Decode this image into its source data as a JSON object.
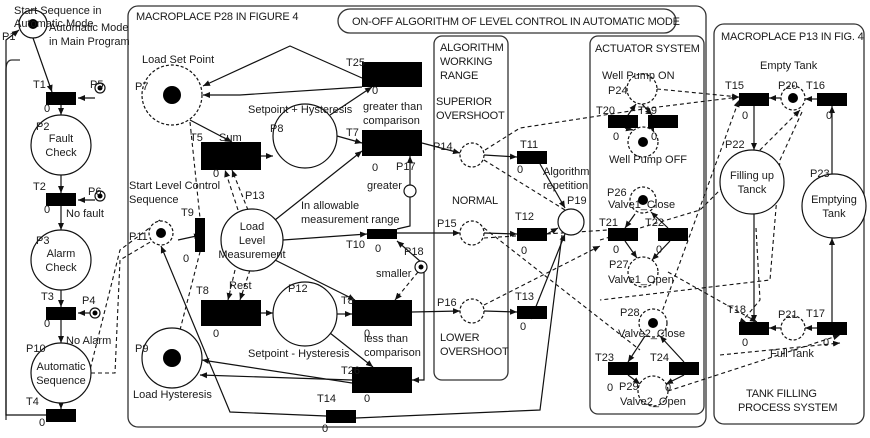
{
  "diagram": {
    "title": "ON-OFF ALGORITHM OF LEVEL CONTROL IN AUTOMATIC MODE",
    "groups": {
      "main_program": {
        "title_lines": [
          "Start Sequence in",
          "Automatic Mode"
        ]
      },
      "macroplace_p28": {
        "title": "MACROPLACE P28 IN FIGURE 4"
      },
      "working_range": {
        "title_lines": [
          "ALGORITHM",
          "WORKING",
          "RANGE"
        ],
        "upper": [
          "SUPERIOR",
          "OVERSHOOT"
        ],
        "middle": "NORMAL",
        "lower": [
          "LOWER",
          "OVERSHOOT"
        ]
      },
      "actuator": {
        "title": "ACTUATOR SYSTEM"
      },
      "macroplace_p13": {
        "title": "MACROPLACE P13 IN FIG. 4",
        "footer_lines": [
          "TANK FILLING",
          "PROCESS SYSTEM"
        ]
      }
    },
    "places": [
      {
        "id": "P1",
        "tokens": 1,
        "inner": []
      },
      {
        "id": "P2",
        "tokens": 0,
        "inner": [
          "Fault",
          "Check"
        ]
      },
      {
        "id": "P3",
        "tokens": 0,
        "inner": [
          "Alarm",
          "Check"
        ]
      },
      {
        "id": "P10",
        "tokens": 0,
        "inner": [
          "Automatic",
          "Sequence"
        ]
      },
      {
        "id": "P4",
        "tokens": 1,
        "inner": []
      },
      {
        "id": "P5",
        "tokens": 1,
        "inner": []
      },
      {
        "id": "P6",
        "tokens": 1,
        "inner": []
      },
      {
        "id": "P7",
        "tokens": 1,
        "inner": []
      },
      {
        "id": "P8",
        "tokens": 0,
        "inner": []
      },
      {
        "id": "P9",
        "tokens": 1,
        "inner": []
      },
      {
        "id": "P11",
        "tokens": 1,
        "inner": []
      },
      {
        "id": "P12",
        "tokens": 0,
        "inner": []
      },
      {
        "id": "P13",
        "tokens": 0,
        "inner": [
          "Load",
          "Level",
          "Measurement"
        ]
      },
      {
        "id": "P14",
        "tokens": 0,
        "inner": []
      },
      {
        "id": "P15",
        "tokens": 0,
        "inner": []
      },
      {
        "id": "P16",
        "tokens": 0,
        "inner": []
      },
      {
        "id": "P17",
        "tokens": 0,
        "inner": []
      },
      {
        "id": "P18",
        "tokens": 1,
        "inner": []
      },
      {
        "id": "P19",
        "tokens": 0,
        "inner": []
      },
      {
        "id": "P20",
        "tokens": 1,
        "inner": []
      },
      {
        "id": "P21",
        "tokens": 0,
        "inner": []
      },
      {
        "id": "P22",
        "tokens": 0,
        "inner": [
          "Filling up",
          "Tanck"
        ]
      },
      {
        "id": "P23",
        "tokens": 0,
        "inner": [
          "Emptying",
          "Tank"
        ]
      },
      {
        "id": "P24",
        "tokens": 0,
        "inner": []
      },
      {
        "id": "P25",
        "tokens": 1,
        "inner": []
      },
      {
        "id": "P26",
        "tokens": 1,
        "inner": []
      },
      {
        "id": "P27",
        "tokens": 0,
        "inner": []
      },
      {
        "id": "P28",
        "tokens": 1,
        "inner": []
      },
      {
        "id": "P29",
        "tokens": 0,
        "inner": []
      }
    ],
    "transitions": [
      "T1",
      "T2",
      "T3",
      "T4",
      "T5",
      "T7",
      "T8",
      "T8",
      "T9",
      "T10",
      "T11",
      "T12",
      "T13",
      "T14",
      "T15",
      "T16",
      "T17",
      "T18",
      "T19",
      "T20",
      "T21",
      "T22",
      "T23",
      "T24",
      "T25",
      "T26"
    ],
    "transition_delay": "0",
    "annotations": {
      "automatic_mode": [
        "Automatic Mode",
        "in Main Program"
      ],
      "no_fault": "No fault",
      "no_alarm": "No Alarm",
      "load_set_point": "Load Set Point",
      "sum": "Sum",
      "setpoint_plus": "Setpoint + Hysteresis",
      "greater_than": [
        "greater than",
        "comparison"
      ],
      "greater": "greater",
      "start_level": [
        "Start Level Control",
        "Sequence"
      ],
      "allowable": [
        "In allowable",
        "measurement range"
      ],
      "smaller": "smaller",
      "rest": "Rest",
      "setpoint_minus": "Setpoint - Hysteresis",
      "less_than": [
        "less than",
        "comparison"
      ],
      "load_hysteresis": "Load Hysteresis",
      "algorithm_repetition": [
        "Algorithm",
        "repetition"
      ],
      "well_pump_on": "Well Pump ON",
      "well_pump_off": "Well Pump OFF",
      "valve1_close": "Valve1_Close",
      "valve1_open": "Valve1_Open",
      "valve2_close": "Valve2_Close",
      "valve2_open": "Valve2_Open",
      "empty_tank": "Empty Tank",
      "full_tank": "Full Tank"
    }
  }
}
